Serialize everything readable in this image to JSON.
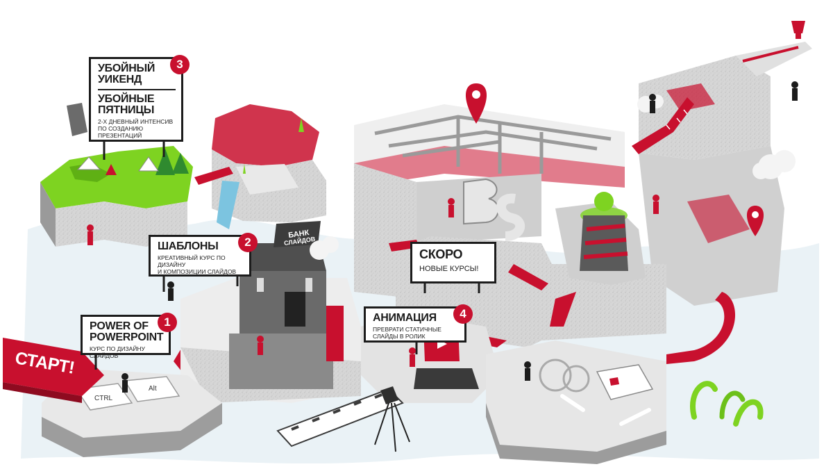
{
  "start": {
    "label": "СТАРТ!"
  },
  "keys": {
    "ctrl": "CTRL",
    "alt": "Alt"
  },
  "courses": {
    "weekend": {
      "number": "3",
      "title_a": "УБОЙНЫЙ",
      "title_b": "УИКЕНД",
      "title_c": "УБОЙНЫЕ",
      "title_d": "ПЯТНИЦЫ",
      "subtitle_a": "2-х дневный интенсив",
      "subtitle_b": "по созданию презентаций"
    },
    "templates": {
      "number": "2",
      "title": "ШАБЛОНЫ",
      "subtitle_a": "Креативный курс по дизайну",
      "subtitle_b": "и композиции слайдов"
    },
    "power": {
      "number": "1",
      "title_a": "POWER OF",
      "title_b": "POWERPOINT",
      "subtitle": "курс по дизайну слайдов"
    },
    "animation": {
      "number": "4",
      "title": "АНИМАЦИЯ",
      "subtitle_a": "Преврати статичные",
      "subtitle_b": "слайды в ролик"
    }
  },
  "soon": {
    "title": "СКОРО",
    "subtitle": "НОВЫЕ КУРСЫ!"
  },
  "bank": {
    "line1": "БАНК",
    "line2": "СЛАЙДОВ"
  },
  "colors": {
    "accent": "#c8102e",
    "ink": "#1c1c1c",
    "block": "#d9d9d9",
    "block_shadow": "#a9a9a9",
    "grass": "#7ed321",
    "water": "#e6f0f5"
  }
}
